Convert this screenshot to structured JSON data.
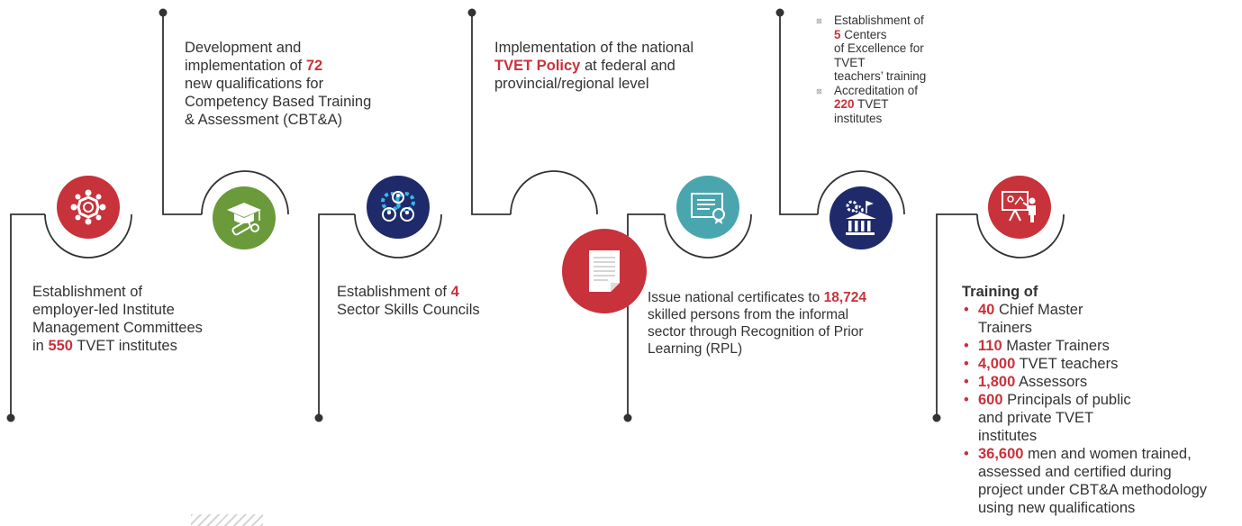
{
  "milestones": {
    "m1": {
      "parts": [
        {
          "t": "Establishment of\nemployer-led Institute\nManagement Committees\nin ",
          "hl": false
        },
        {
          "t": "550",
          "hl": true
        },
        {
          "t": " TVET institutes",
          "hl": false
        }
      ]
    },
    "m2": {
      "parts": [
        {
          "t": "Development and\nimplementation of ",
          "hl": false
        },
        {
          "t": "72",
          "hl": true
        },
        {
          "t": "\nnew qualifications for\nCompetency Based Training\n& Assessment (CBT&A)",
          "hl": false
        }
      ]
    },
    "m3": {
      "parts": [
        {
          "t": "Establishment of ",
          "hl": false
        },
        {
          "t": "4",
          "hl": true
        },
        {
          "t": "\nSector Skills Councils",
          "hl": false
        }
      ]
    },
    "m4": {
      "parts": [
        {
          "t": "Implementation of the national\n",
          "hl": false
        },
        {
          "t": "TVET Policy",
          "hl": true
        },
        {
          "t": " at federal and\nprovincial/regional level",
          "hl": false
        }
      ]
    },
    "m5": {
      "parts": [
        {
          "t": "Issue national certificates to ",
          "hl": false
        },
        {
          "t": "18,724",
          "hl": true
        },
        {
          "t": "\nskilled persons from the informal\nsector through Recognition of Prior\nLearning (RPL)",
          "hl": false
        }
      ]
    },
    "m6": {
      "items": [
        [
          {
            "t": "Establishment of\n",
            "hl": false
          },
          {
            "t": "5",
            "hl": true
          },
          {
            "t": " Centers\nof Excellence for\nTVET\nteachers’ training",
            "hl": false
          }
        ],
        [
          {
            "t": "Accreditation of\n",
            "hl": false
          },
          {
            "t": "220",
            "hl": true
          },
          {
            "t": " TVET\ninstitutes",
            "hl": false
          }
        ]
      ]
    },
    "m7": {
      "heading": "Training of",
      "items": [
        [
          {
            "t": "40",
            "hl": true
          },
          {
            "t": " Chief Master\nTrainers",
            "hl": false
          }
        ],
        [
          {
            "t": "110",
            "hl": true
          },
          {
            "t": " Master Trainers",
            "hl": false
          }
        ],
        [
          {
            "t": "4,000",
            "hl": true
          },
          {
            "t": " TVET teachers",
            "hl": false
          }
        ],
        [
          {
            "t": "1,800",
            "hl": true
          },
          {
            "t": " Assessors",
            "hl": false
          }
        ],
        [
          {
            "t": "600",
            "hl": true
          },
          {
            "t": " Principals of public\nand private TVET\ninstitutes",
            "hl": false
          }
        ],
        [
          {
            "t": "36,600",
            "hl": true
          },
          {
            "t": " men and women trained,\nassessed and certified during\nproject under CBT&A methodology\nusing new qualifications",
            "hl": false
          }
        ]
      ]
    }
  },
  "colors": {
    "red": "#c8323b",
    "green": "#6a9a3a",
    "navy": "#1f2a6b",
    "teal": "#4aa6ae",
    "line": "#333333"
  },
  "icons": [
    "people-network-icon",
    "graduation-cap-icon",
    "gear-people-icon",
    "document-icon",
    "certificate-icon",
    "institution-icon",
    "trainer-icon"
  ]
}
